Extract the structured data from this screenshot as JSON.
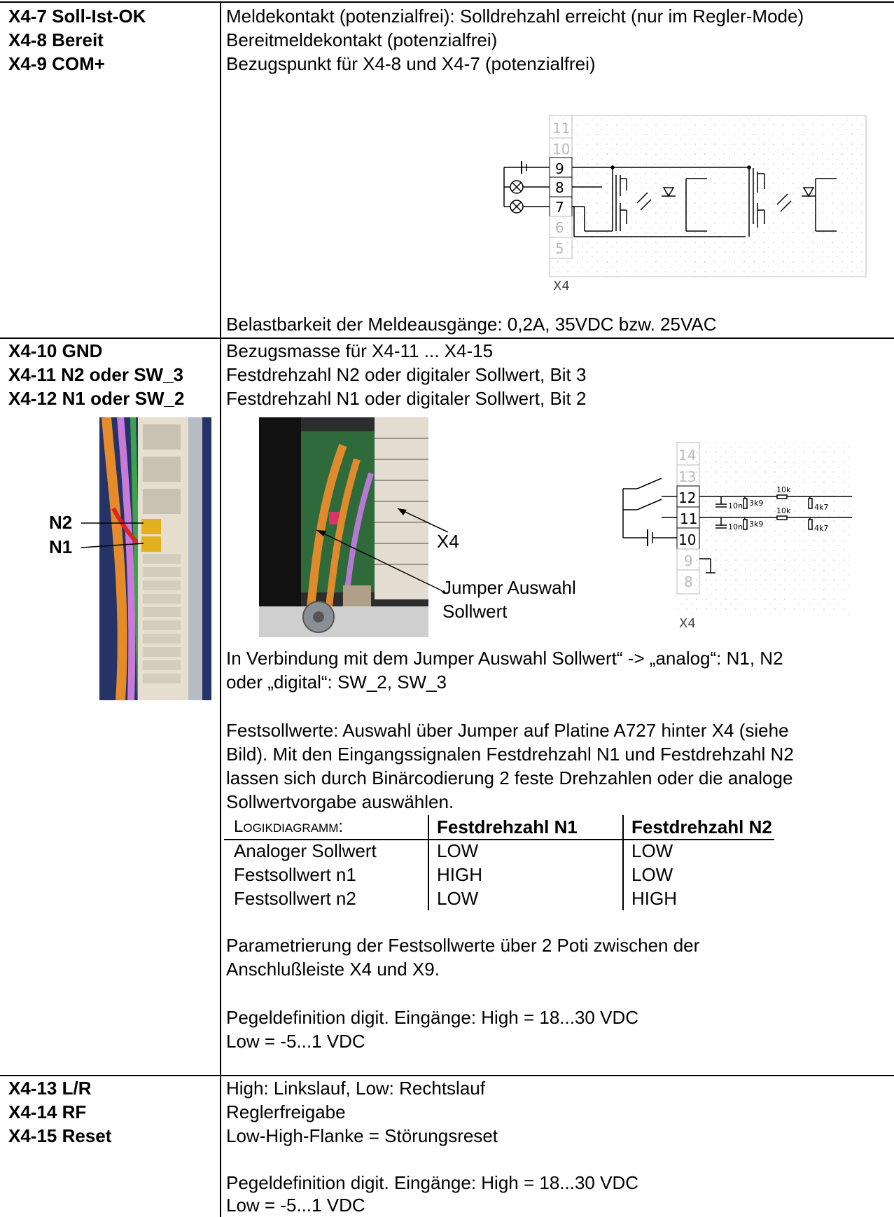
{
  "section1": {
    "labels": [
      "X4-7  Soll-Ist-OK",
      "X4-8  Bereit",
      "X4-9  COM+"
    ],
    "lines": [
      "Meldekontakt (potenzialfrei): Solldrehzahl erreicht (nur im Regler-Mode)",
      "Bereitmeldekontakt (potenzialfrei)",
      "Bezugspunkt für X4-8 und X4-7 (potenzialfrei)"
    ],
    "schematic": {
      "pins": [
        "11",
        "10",
        "9",
        "8",
        "7",
        "6",
        "5"
      ],
      "connector": "X4"
    },
    "footer": "Belastbarkeit der Meldeausgänge: 0,2A, 35VDC bzw. 25VAC"
  },
  "section2": {
    "labels": [
      "X4-10  GND",
      "X4-11  N2 oder SW_3",
      "X4-12  N1 oder SW_2"
    ],
    "lines": [
      "Bezugsmasse für X4-11 ... X4-15",
      "Festdrehzahl N2 oder digitaler Sollwert, Bit 3",
      "Festdrehzahl N1 oder digitaler Sollwert, Bit 2"
    ],
    "photo_left_labels": [
      "N2",
      "N1"
    ],
    "photo_mid_labels": [
      "X4",
      "Jumper Auswahl",
      "Sollwert"
    ],
    "schematic": {
      "pins": [
        "14",
        "13",
        "12",
        "11",
        "10",
        "9",
        "8"
      ],
      "connector": "X4",
      "components": [
        "10n",
        "3k9",
        "10k",
        "4k7",
        "10n",
        "3k9",
        "10k",
        "4k7"
      ]
    },
    "para1": [
      "In Verbindung mit dem Jumper Auswahl Sollwert“ -> „analog“: N1, N2",
      "oder „digital“: SW_2, SW_3"
    ],
    "para2": [
      "Festsollwerte: Auswahl über Jumper auf Platine A727 hinter X4 (siehe",
      "Bild). Mit den Eingangssignalen Festdrehzahl N1 und Festdrehzahl N2",
      "lassen sich durch Binärcodierung 2 feste Drehzahlen oder die analoge",
      "Sollwertvorgabe auswählen."
    ],
    "logic_table": {
      "headers": [
        "Logikdiagramm:",
        "Festdrehzahl N1",
        "Festdrehzahl N2"
      ],
      "rows": [
        [
          "Analoger Sollwert",
          "LOW",
          "LOW"
        ],
        [
          "Festsollwert n1",
          "HIGH",
          "LOW"
        ],
        [
          "Festsollwert n2",
          "LOW",
          "HIGH"
        ]
      ]
    },
    "para3": [
      "Parametrierung der Festsollwerte über 2 Poti zwischen der",
      "Anschlußleiste X4 und X9."
    ],
    "para4": [
      "Pegeldefinition digit. Eingänge:  High = 18...30 VDC",
      "Low =   -5...1 VDC"
    ]
  },
  "section3": {
    "labels": [
      "X4-13  L/R",
      "X4-14  RF",
      "X4-15  Reset"
    ],
    "lines": [
      "High: Linkslauf, Low: Rechtslauf",
      "Reglerfreigabe",
      "Low-High-Flanke = Störungsreset"
    ],
    "para": [
      "Pegeldefinition digit. Eingänge:  High = 18...30 VDC",
      "Low =   -5...1 VDC"
    ]
  }
}
